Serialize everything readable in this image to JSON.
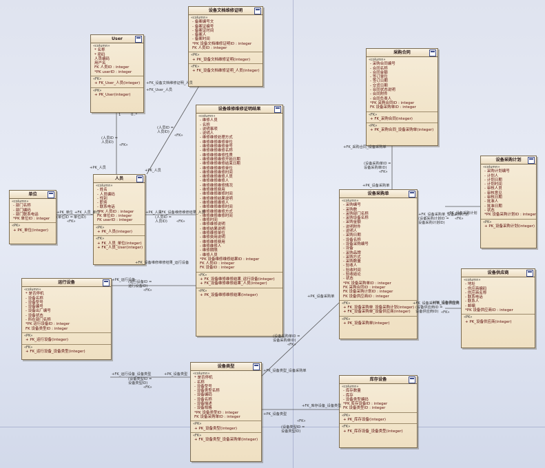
{
  "tables": [
    {
      "id": "user",
      "title": "User",
      "columns_header": "«column»",
      "columns": [
        "*  名称",
        "*  密码",
        "   人员编码",
        "   用户名",
        "   FK  人员ID : integer",
        "*PK  userID : integer"
      ],
      "sections": [
        {
          "header": "«FK»",
          "items": [
            "+   FK_User_人员(integer)"
          ]
        },
        {
          "header": "«PK»",
          "items": [
            "+   PK_User(integer)"
          ]
        }
      ]
    },
    {
      "id": "doc",
      "title": "设备文档维修证明",
      "columns_header": "«column»",
      "columns": [
        "-   备案编号文  ",
        "-   备案证编号",
        "-   备案证时间",
        "-   备案人",
        "-   备案时间",
        "*PK 设备文档维修证明ID : integer",
        "  FK 人员ID : integer"
      ],
      "sections": [
        {
          "header": "«PK»",
          "items": [
            "+   PK_设备文档维修证明(integer)"
          ]
        },
        {
          "header": "«FK»",
          "items": [
            "+   FK_设备文档维修证明_人员(integer)"
          ]
        }
      ]
    },
    {
      "id": "record",
      "title": "设备维修维修证明结果",
      "columns_header": "«column»",
      "columns": [
        "-   维修人员",
        "-   名称",
        "-   说明事项",
        "-   说明人",
        "-   维修维修处理方式",
        "-   维修维修维修单位",
        "-   维修维修维修单号",
        "-   维修维修维修名称",
        "-   维修维修维修性质",
        "-   维修维修维修开始日期",
        "-   维修维修维修结束日期",
        "-   维修维修维修单位",
        "-   维修维修维修时间",
        "-   维修维修维修人员",
        "-   维修维修维修人",
        "-   维修维修维修情况",
        "-   维修维修费用",
        "-   维修维修维修时间",
        "-   维修维修结果说明",
        "-   维修维修维修人",
        "-   维修维修维修时间",
        "-   维修维修维修方式",
        "-   维修维修维修时间",
        "-   维修时间",
        "-   维修维修说明",
        "-   维修结果说明",
        "-   维修维修单位",
        "-   维修费用说明",
        "-   维修维修费用",
        "-   维修维修人",
        "-   维修期限",
        "-   维修人员",
        "*PK 设备维修维修结果ID : integer",
        "  FK 人员ID : integer",
        "  FK 设备ID : integer"
      ],
      "sections": [
        {
          "header": "«FK»",
          "items": [
            "+   FK_设备维修维修结果_运行设备(integer)",
            "+   FK_设备维修维修结果_人员(integer)"
          ]
        },
        {
          "header": "«PK»",
          "items": [
            "+   PK_设备维修维修结果(integer)"
          ]
        }
      ]
    },
    {
      "id": "person",
      "title": "人员",
      "columns_header": "«column»",
      "columns": [
        "-   姓名",
        "-   人员编码",
        "-   性别",
        "-   职务",
        "-   联系电话",
        "*PK 人员ID : integer",
        "  FK 单位ID : integer",
        "  FK userID : integer"
      ],
      "sections": [
        {
          "header": "«PK»",
          "items": [
            "+   PK_人员(integer)"
          ]
        },
        {
          "header": "«FK»",
          "items": [
            "+   FK_人员_单位(integer)",
            "+   FK_人员_User(integer)"
          ]
        }
      ]
    },
    {
      "id": "unit",
      "title": "单位",
      "columns_header": "«column»",
      "columns": [
        "-   部门名称",
        "-   部门编码",
        "-   部门联系电话",
        "*PK 单位ID : integer"
      ],
      "sections": [
        {
          "header": "«PK»",
          "items": [
            "+   PK_单位(integer)"
          ]
        }
      ]
    },
    {
      "id": "running",
      "title": "运行设备",
      "columns_header": "«column»",
      "columns": [
        "*   是否停机",
        "-   设备名称",
        "-   设备型号",
        "-   设备编号",
        "-   设备出厂编号",
        "-   设备状态",
        "-   所在部门名称",
        "*PK 运行设备ID : integer",
        "  FK 设备类型ID : integer"
      ],
      "sections": [
        {
          "header": "«PK»",
          "items": [
            "+   PK_运行设备(integer)"
          ]
        },
        {
          "header": "«FK»",
          "items": [
            "+   FK_运行设备_设备类型(integer)"
          ]
        }
      ]
    },
    {
      "id": "devtype",
      "title": "设备类型",
      "columns_header": "«column»",
      "columns": [
        "*   是否停机",
        "-   名称",
        "-   设备型号",
        "-   设备类型名称",
        "-   设备编码",
        "-   设备名称",
        "-   设备描述",
        "-   设备规格",
        "*PK 设备类型ID : integer",
        "  FK 设备采购单ID : integer"
      ],
      "sections": [
        {
          "header": "«PK»",
          "items": [
            "+   PK_设备类型(integer)"
          ]
        },
        {
          "header": "«FK»",
          "items": [
            "+   FK_设备类型_设备采购单(integer)"
          ]
        }
      ]
    },
    {
      "id": "spare",
      "title": "库存设备",
      "columns_header": "«column»",
      "columns": [
        "-   库存数量",
        "-   库存",
        "-   设备类型编码",
        "*PK 库存设备ID : integer",
        "  FK 设备类型ID : integer"
      ],
      "sections": [
        {
          "header": "«PK»",
          "items": [
            "+   PK_库存设备(integer)"
          ]
        },
        {
          "header": "«FK»",
          "items": [
            "+   FK_库存设备_设备类型(integer)"
          ]
        }
      ]
    },
    {
      "id": "company",
      "title": "采购合同",
      "columns_header": "«column»",
      "columns": [
        "-   采购合同编号",
        "-   合同名称",
        "-   合同金额",
        "-   签订单位",
        "-   签订日期",
        "-   交货日期",
        "-   合同状态说明",
        "-   合同附件",
        "-   合同负责人",
        "*PK 采购合同ID : integer",
        "  FK 设备采购单ID : integer"
      ],
      "sections": [
        {
          "header": "«FK»",
          "items": [
            "+   FK_采购合同(integer)"
          ]
        },
        {
          "header": "«PK»",
          "items": [
            "+   PK_采购合同_设备采购单(integer)"
          ]
        }
      ]
    },
    {
      "id": "purchase",
      "title": "设备采购单",
      "columns_header": "«column»",
      "columns": [
        "-   采购编号",
        "-   采购数",
        "-   采购部门名称",
        "-   采购设备名称",
        "-   采购金额",
        "-   说明附件",
        "-   说明人",
        "-   采购日期",
        "-   设备名称",
        "-   设备采购编号",
        "-   设备",
        "-   采购品牌",
        "-   采购方式",
        "-   采购数量",
        "-   验收人",
        "-   验收时间",
        "-   验收结论",
        "-   状态",
        "*PK 设备采购单ID : integer",
        "  FK 采购合同ID : integer",
        "  FK 设备采购计划ID : integer",
        "  FK 设备供应商ID : integer"
      ],
      "sections": [
        {
          "header": "«FK»",
          "items": [
            "+   FK_设备采购单_设备采购计划(integer)",
            "+   FK_设备采购单_设备供应商(integer)"
          ]
        },
        {
          "header": "«PK»",
          "items": [
            "+   PK_设备采购单(integer)"
          ]
        }
      ]
    },
    {
      "id": "plan",
      "title": "设备采购计划",
      "columns_header": "«column»",
      "columns": [
        "-   采购计划编号",
        "-   计划人",
        "-   计划日期",
        "-   计划时间",
        "-   审核人员",
        "-   审核意见",
        "-   审核日期",
        "-   批准人",
        "-   批准日期",
        "-   状态",
        "*PK 设备采购计划ID : integer"
      ],
      "sections": [
        {
          "header": "«PK»",
          "items": [
            "+   PK_设备采购计划(integer)"
          ]
        }
      ]
    },
    {
      "id": "supplier",
      "title": "设备供应商",
      "columns_header": "«column»",
      "columns": [
        "-   地址",
        "-   供应商编码",
        "-   供应商名称",
        "-   联系电话",
        "-   联系人",
        "-   邮编",
        "*PK 设备供应商ID : integer"
      ],
      "sections": [
        {
          "header": "«PK»",
          "items": [
            "+   PK_设备供应商(integer)"
          ]
        }
      ]
    }
  ],
  "labels": [
    "+FK_User_人员",
    "+PK_人员",
    "1",
    "0..*",
    "(人员ID =",
    "人员ID)",
    "«FK»",
    "+PK_人员",
    "+FK_设备文档维修证明_人员",
    "(人员ID =",
    "人员ID)",
    "«FK»",
    "+PK_单位",
    "+FK_人员_单位",
    "(单位ID =",
    "单位ID)",
    "«FK»",
    "+PK_人员",
    "+FK_设备维修维修结果_人员",
    "(人员ID =",
    "人员ID)",
    "«FK»",
    "+FK_设备维修维修结果_运行设备",
    "+PK_运行设备",
    "(运行设备ID =",
    "运行设备ID)",
    "«FK»",
    "+FK_运行设备_设备类型",
    "+PK_设备类型",
    "(设备类型ID =",
    "设备类型ID)",
    "«FK»",
    "+FK_库存设备_设备类型",
    "+PK_设备类型",
    "(设备类型ID =",
    "设备类型ID)",
    "«FK»",
    "+FK_设备类型_设备采购单",
    "+PK_设备采购单",
    "(设备采购单ID =",
    "设备采购单ID)",
    "«FK»",
    "+FK_采购合同_设备采购单",
    "+PK_设备采购单",
    "(设备采购单ID =",
    "设备采购单ID)",
    "«FK»",
    "+FK_设备采购单_设备采购计划",
    "+PK_设备采购计划",
    "(设备采购计划ID =",
    "设备采购计划ID)",
    "«FK»",
    "+FK_设备采购单_设备供应商",
    "+PK_设备供应商",
    "(设备供应商ID =",
    "设备供应商ID)",
    "«FK»"
  ]
}
